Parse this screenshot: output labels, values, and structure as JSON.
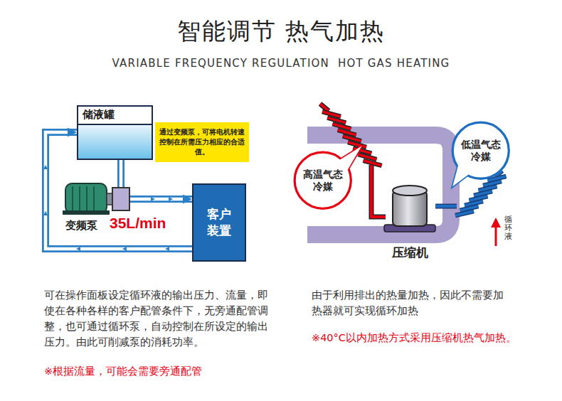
{
  "diagram": {
    "title": "智能调节 热气加热",
    "nodes": [
      {
        "text": [
          "储液罐"
        ]
      },
      {
        "text": [
          "通过变频泵，可将电机转速控制在所需压力相应的合适值。"
        ]
      },
      {
        "text": [
          "客户装置"
        ]
      },
      {
        "text": [
          "高温气态冷媒"
        ]
      },
      {
        "text": [
          "低温气态冷媒"
        ]
      },
      {
        "text": [
          "压缩机"
        ]
      }
    ],
    "edges": [
      {
        "from": 0,
        "to": 2,
        "arrow": "to"
      },
      {
        "from": 2,
        "to": 0,
        "arrow": "to"
      }
    ],
    "labels": [
      "VARIABLE FREQUENCY REGULATION  HOT GAS HEATING",
      "变频泵",
      "35L/min",
      "循环液",
      "可在操作面板设定循环液的输出压力、流量，即使在各种各样的客户配管条件下，无旁通配管调整，也可通过循环泵，自动控制在所设定的输出压力。由此可削减泵的消耗功率。",
      "※根据流量，可能会需要旁通配管",
      "由于利用排出的热量加热，因此不需要加热器就可实现循环加热",
      "※40°C以内加热方式采用压缩机热气加热。"
    ]
  }
}
